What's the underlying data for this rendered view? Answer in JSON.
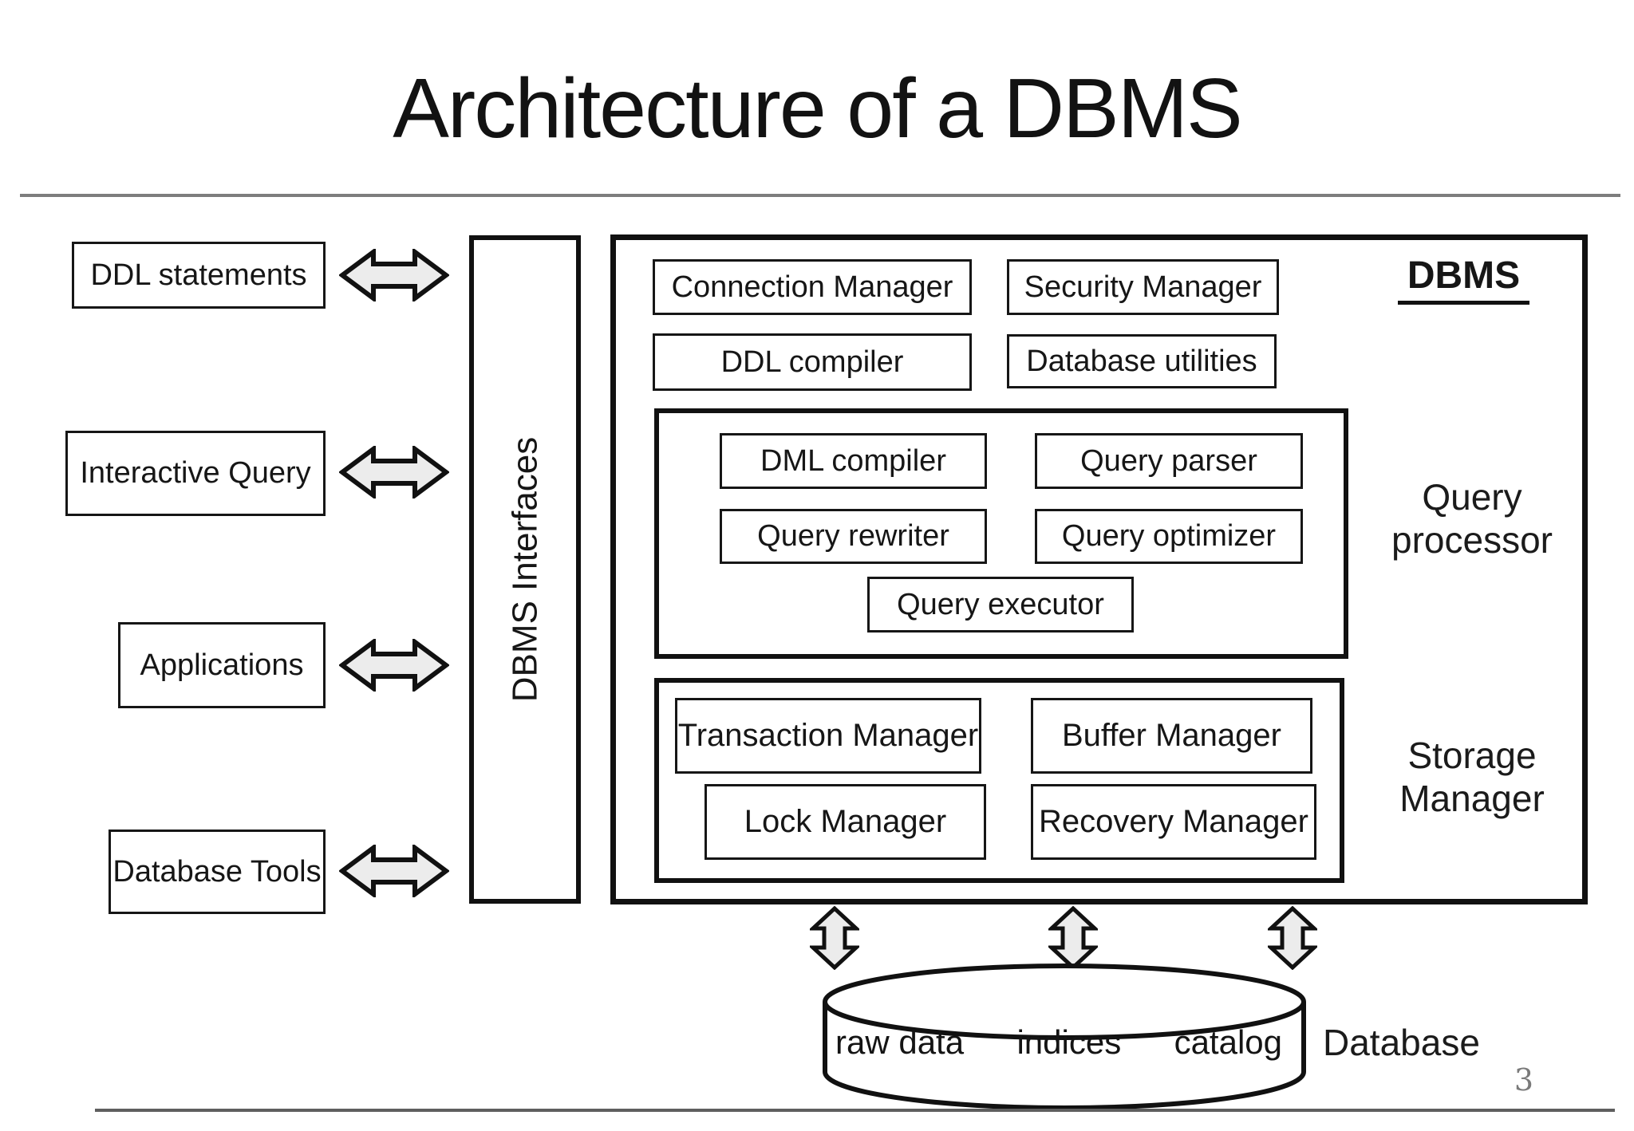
{
  "slide": {
    "title": "Architecture of a DBMS",
    "page_number": "3"
  },
  "inputs": {
    "items": [
      {
        "label": "DDL statements"
      },
      {
        "label": "Interactive Query"
      },
      {
        "label": "Applications"
      },
      {
        "label": "Database Tools"
      }
    ]
  },
  "interfaces": {
    "label": "DBMS Interfaces"
  },
  "dbms": {
    "label": "DBMS",
    "top_boxes": [
      {
        "label": "Connection Manager"
      },
      {
        "label": "Security Manager"
      },
      {
        "label": "DDL compiler"
      },
      {
        "label": "Database utilities"
      }
    ],
    "query_processor": {
      "label": "Query processor",
      "boxes": [
        {
          "label": "DML compiler"
        },
        {
          "label": "Query parser"
        },
        {
          "label": "Query rewriter"
        },
        {
          "label": "Query optimizer"
        },
        {
          "label": "Query executor"
        }
      ]
    },
    "storage_manager": {
      "label": "Storage Manager",
      "boxes": [
        {
          "label": "Transaction Manager"
        },
        {
          "label": "Buffer Manager"
        },
        {
          "label": "Lock Manager"
        },
        {
          "label": "Recovery Manager"
        }
      ]
    }
  },
  "database": {
    "label": "Database",
    "contents": [
      "raw data",
      "indices",
      "catalog"
    ]
  },
  "colors": {
    "line": "#111111",
    "rule_top": "#7d7d7d",
    "rule_bottom": "#5f5f5f",
    "arrow_fill": "#ececec",
    "page_number": "#7a7a7a"
  }
}
